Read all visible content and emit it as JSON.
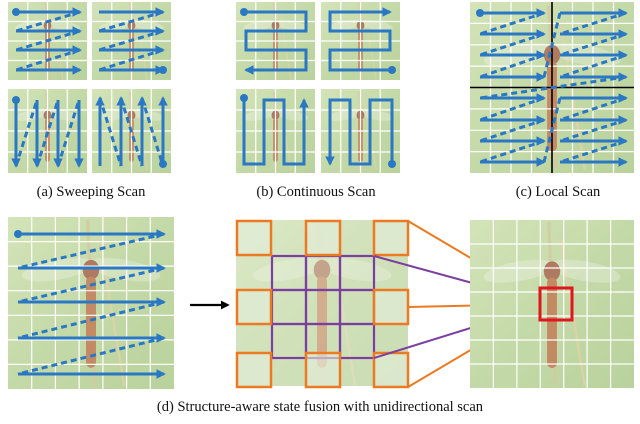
{
  "captions": {
    "a": "(a) Sweeping Scan",
    "b": "(b) Continuous Scan",
    "c": "(c) Local Scan",
    "d": "(d) Structure-aware state fusion with unidirectional scan"
  },
  "colors": {
    "image_bg": "#c9dcb0",
    "grid": "#ffffff",
    "scan_arrow": "#2a78c3",
    "orange_box": "#ec7a22",
    "purple_box": "#7b3fa0",
    "red_box": "#e0161d",
    "black": "#000000"
  },
  "icons": {
    "dragonfly": "dragonfly-photo",
    "arrow": "right-arrow-icon"
  }
}
